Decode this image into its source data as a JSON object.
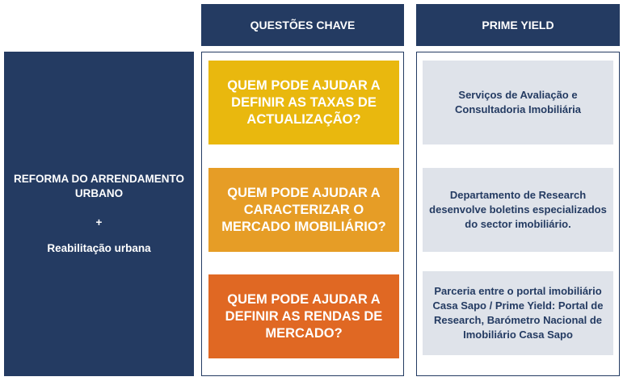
{
  "headers": {
    "questions": "QUESTÕES CHAVE",
    "prime_yield": "PRIME YIELD"
  },
  "left_panel": {
    "line1": "REFORMA DO ARRENDAMENTO URBANO",
    "plus": "+",
    "line2": "Reabilitação urbana"
  },
  "questions": [
    "QUEM PODE AJUDAR A DEFINIR AS TAXAS DE ACTUALIZAÇÃO?",
    "QUEM PODE AJUDAR A CARACTERIZAR O MERCADO IMOBILIÁRIO?",
    "QUEM PODE AJUDAR A DEFINIR AS RENDAS DE MERCADO?"
  ],
  "answers": [
    "Serviços de Avaliação e Consultadoria Imobiliária",
    "Departamento de Research desenvolve boletins especializados do sector imobiliário.",
    "Parceria entre o portal imobiliário Casa Sapo / Prime Yield: Portal de Research, Barómetro Nacional de Imobiliário Casa Sapo"
  ],
  "colors": {
    "navy": "#243b62",
    "yellow": "#e9b80e",
    "orange": "#e69d26",
    "dark_orange": "#e06823",
    "light_grey": "#dfe3ea"
  }
}
